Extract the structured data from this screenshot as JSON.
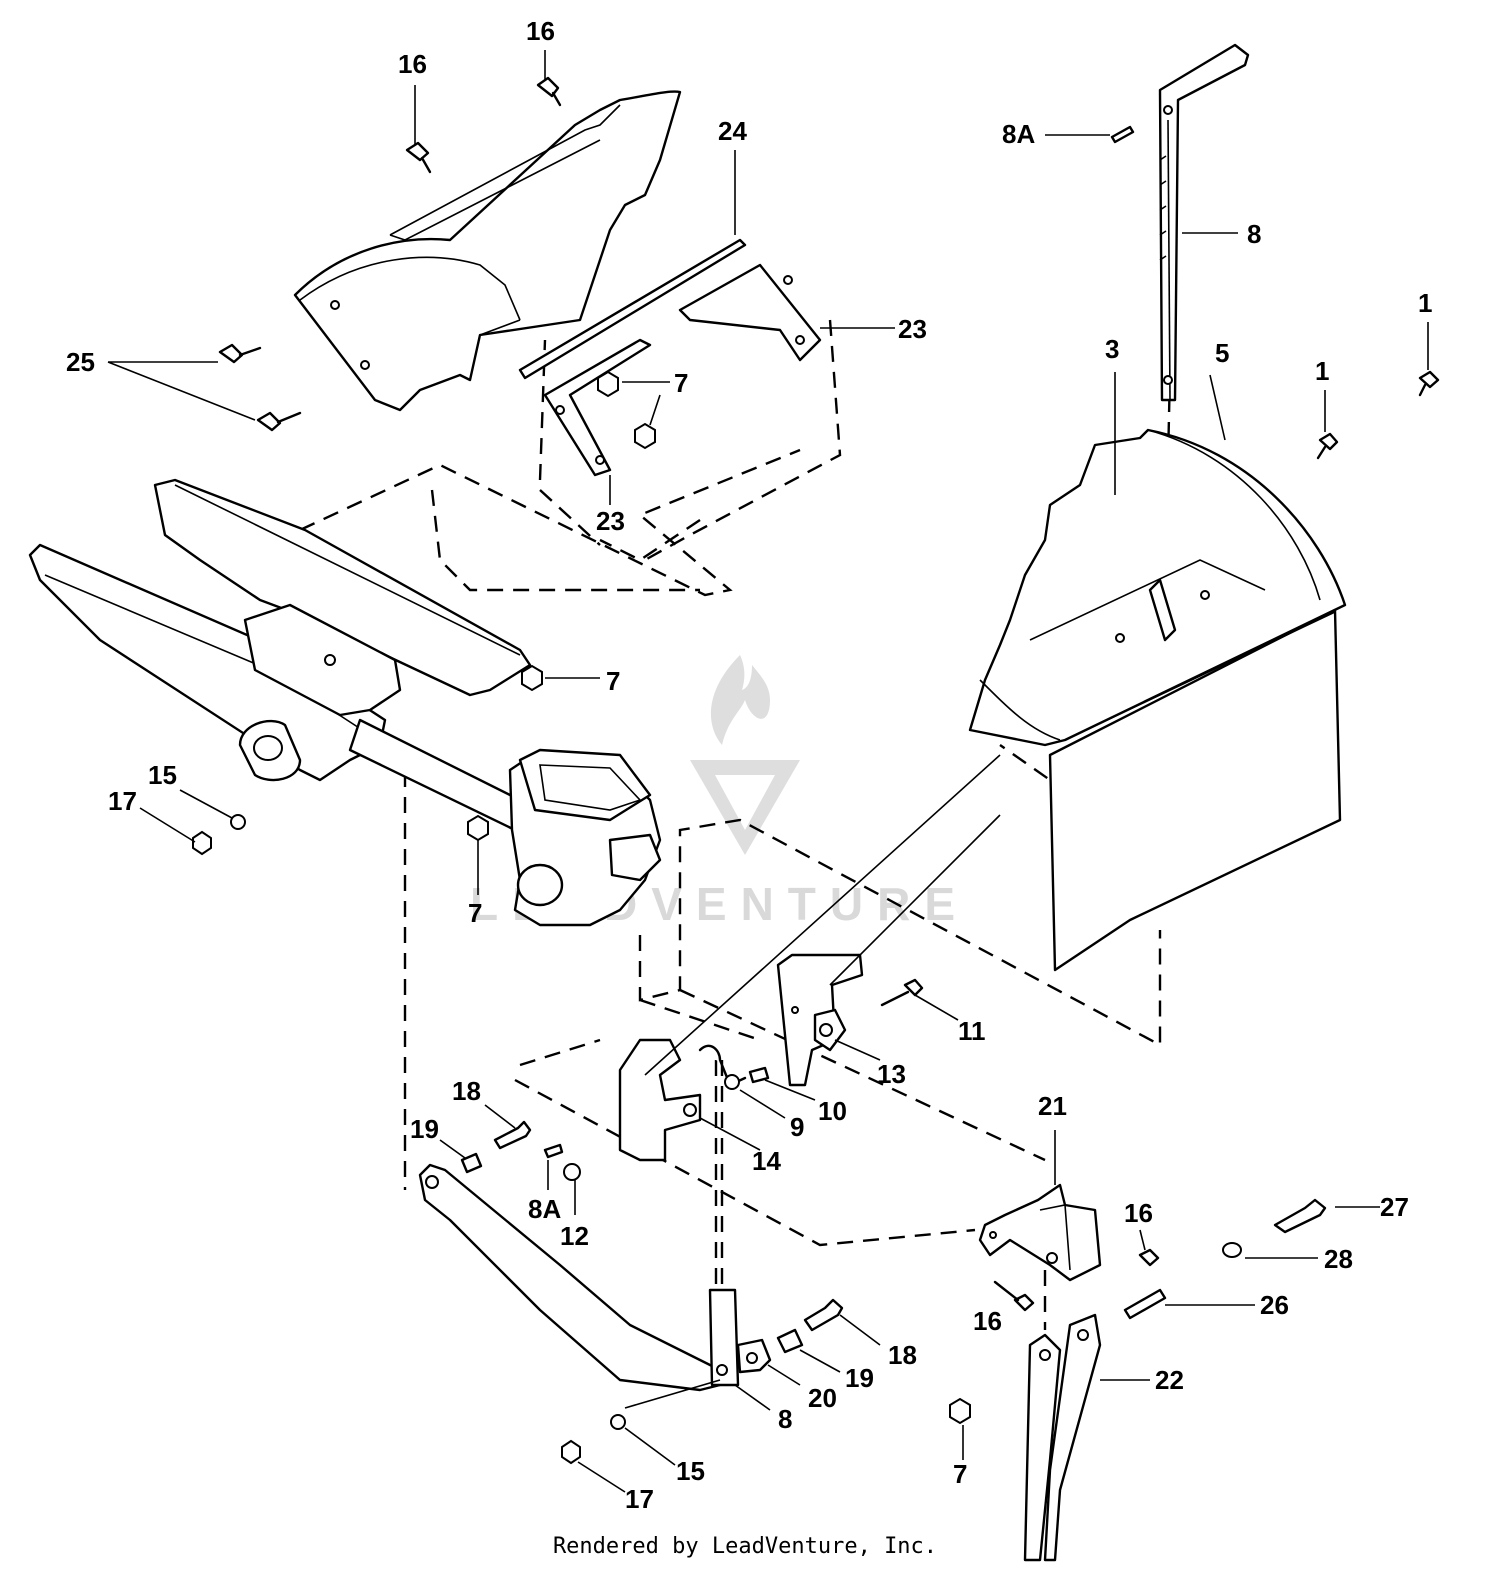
{
  "diagram": {
    "callouts": [
      {
        "id": "c1a",
        "label": "16"
      },
      {
        "id": "c1b",
        "label": "16"
      },
      {
        "id": "c2",
        "label": "24"
      },
      {
        "id": "c3",
        "label": "8A"
      },
      {
        "id": "c4",
        "label": "8"
      },
      {
        "id": "c5",
        "label": "1"
      },
      {
        "id": "c6",
        "label": "3"
      },
      {
        "id": "c7",
        "label": "5"
      },
      {
        "id": "c8",
        "label": "1"
      },
      {
        "id": "c9",
        "label": "23"
      },
      {
        "id": "c10",
        "label": "25"
      },
      {
        "id": "c11",
        "label": "7"
      },
      {
        "id": "c12",
        "label": "23"
      },
      {
        "id": "c13",
        "label": "7"
      },
      {
        "id": "c14",
        "label": "15"
      },
      {
        "id": "c15",
        "label": "17"
      },
      {
        "id": "c16",
        "label": "7"
      },
      {
        "id": "c17",
        "label": "11"
      },
      {
        "id": "c18",
        "label": "13"
      },
      {
        "id": "c19",
        "label": "9"
      },
      {
        "id": "c20",
        "label": "10"
      },
      {
        "id": "c21",
        "label": "14"
      },
      {
        "id": "c22",
        "label": "18"
      },
      {
        "id": "c23",
        "label": "19"
      },
      {
        "id": "c24",
        "label": "8A"
      },
      {
        "id": "c25",
        "label": "12"
      },
      {
        "id": "c26",
        "label": "21"
      },
      {
        "id": "c27",
        "label": "16"
      },
      {
        "id": "c28",
        "label": "27"
      },
      {
        "id": "c29",
        "label": "28"
      },
      {
        "id": "c30",
        "label": "16"
      },
      {
        "id": "c31",
        "label": "26"
      },
      {
        "id": "c32",
        "label": "18"
      },
      {
        "id": "c33",
        "label": "19"
      },
      {
        "id": "c34",
        "label": "22"
      },
      {
        "id": "c35",
        "label": "20"
      },
      {
        "id": "c36",
        "label": "8"
      },
      {
        "id": "c37",
        "label": "7"
      },
      {
        "id": "c38",
        "label": "15"
      },
      {
        "id": "c39",
        "label": "17"
      }
    ],
    "watermark": "LEADVENTURE"
  },
  "footer": {
    "text": "Rendered by LeadVenture, Inc."
  }
}
